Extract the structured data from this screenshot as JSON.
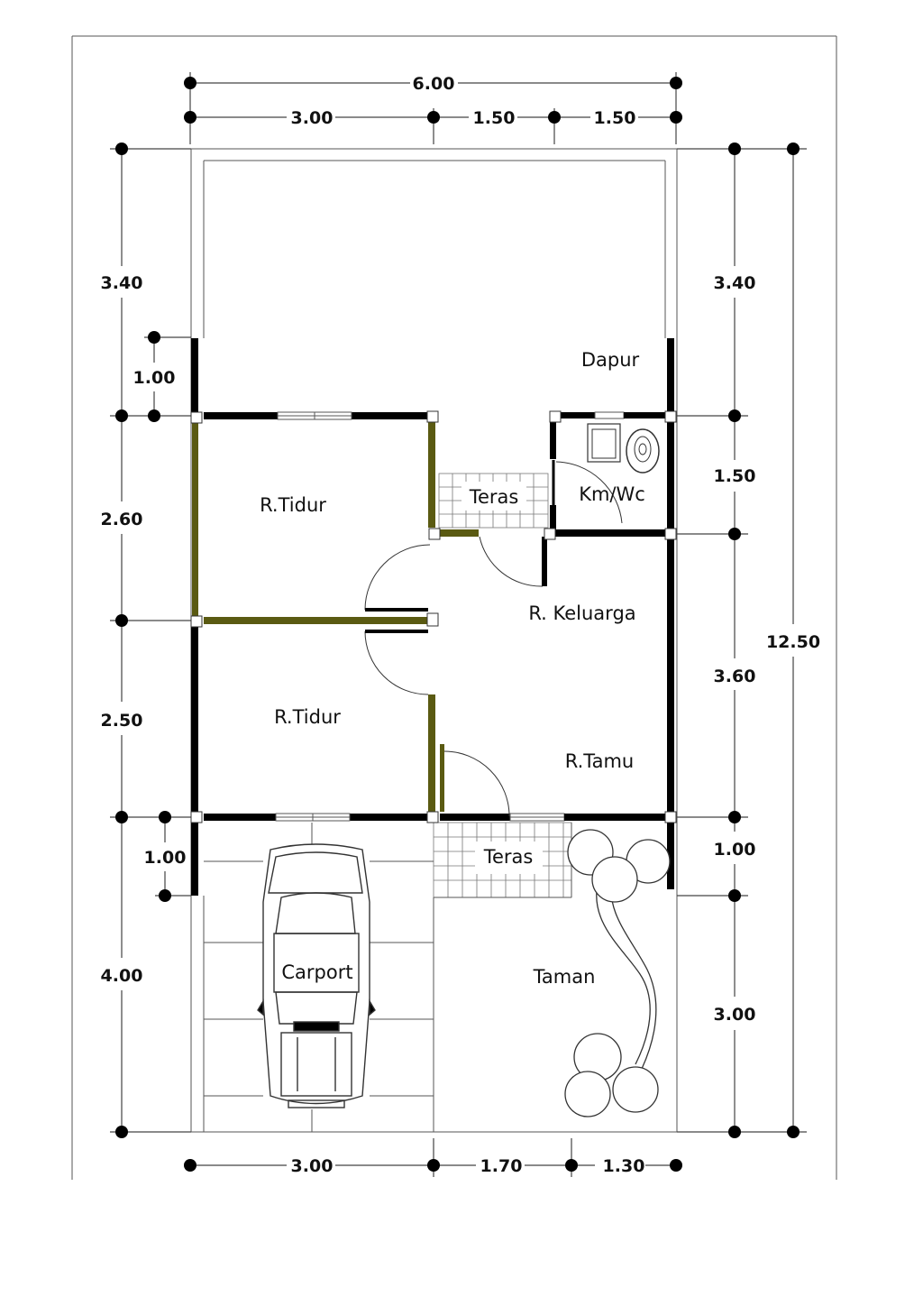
{
  "dimensions": {
    "top_total": "6.00",
    "top_segments": [
      "3.00",
      "1.50",
      "1.50"
    ],
    "bottom_segments": [
      "3.00",
      "1.70",
      "1.30"
    ],
    "left_segments": [
      "3.40",
      "1.00",
      "2.60",
      "2.50",
      "1.00",
      "4.00"
    ],
    "right_segments": [
      "3.40",
      "1.50",
      "3.60",
      "1.00",
      "3.00"
    ],
    "right_total": "12.50"
  },
  "rooms": {
    "dapur": "Dapur",
    "kmwc": "Km/Wc",
    "teras_back": "Teras",
    "tidur_1": "R.Tidur",
    "tidur_2": "R.Tidur",
    "keluarga": "R. Keluarga",
    "tamu": "R.Tamu",
    "teras_front": "Teras",
    "carport": "Carport",
    "taman": "Taman"
  }
}
